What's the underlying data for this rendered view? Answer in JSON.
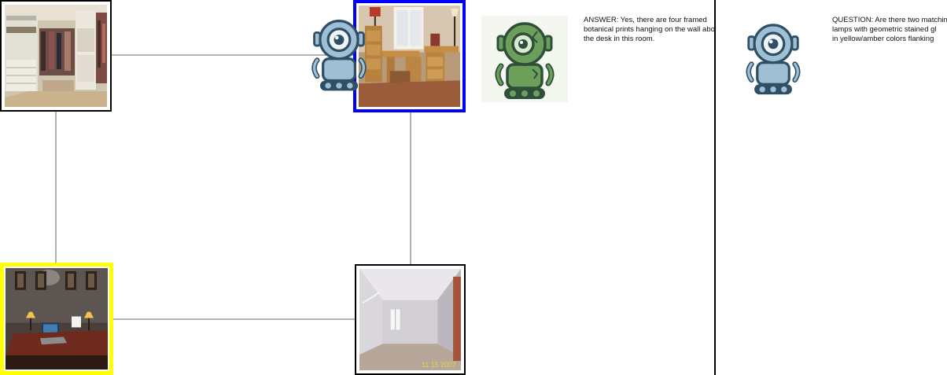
{
  "graph": {
    "nodes": [
      {
        "id": "closet",
        "scene": "walk-in closet",
        "border_color": "#000000",
        "highlight": "none"
      },
      {
        "id": "rustic-office",
        "scene": "rustic desk room",
        "border_color": "#0000ff",
        "highlight": "current"
      },
      {
        "id": "desk-lamps",
        "scene": "desk with lamps and prints",
        "border_color": "#ffff00",
        "highlight": "target"
      },
      {
        "id": "attic",
        "scene": "empty attic room",
        "border_color": "#000000",
        "highlight": "none",
        "photo_stamp": "11 15 2007"
      }
    ],
    "edges": [
      [
        "closet",
        "rustic-office"
      ],
      [
        "closet",
        "desk-lamps"
      ],
      [
        "rustic-office",
        "attic"
      ],
      [
        "desk-lamps",
        "attic"
      ]
    ]
  },
  "agents": {
    "navigator": {
      "icon": "robot-icon",
      "color": "#9fbfd4"
    },
    "answerer": {
      "icon": "robot-icon",
      "color": "#6c9f5a"
    },
    "questioner": {
      "icon": "robot-icon",
      "color": "#9fbfd4"
    }
  },
  "answer": {
    "lines": [
      "ANSWER: Yes, there are four framed",
      "botanical prints hanging on the wall above",
      "the desk in this room."
    ]
  },
  "question": {
    "lines": [
      "QUESTION: Are there two matching",
      "lamps with geometric stained gl",
      "in yellow/amber colors flanking"
    ]
  }
}
